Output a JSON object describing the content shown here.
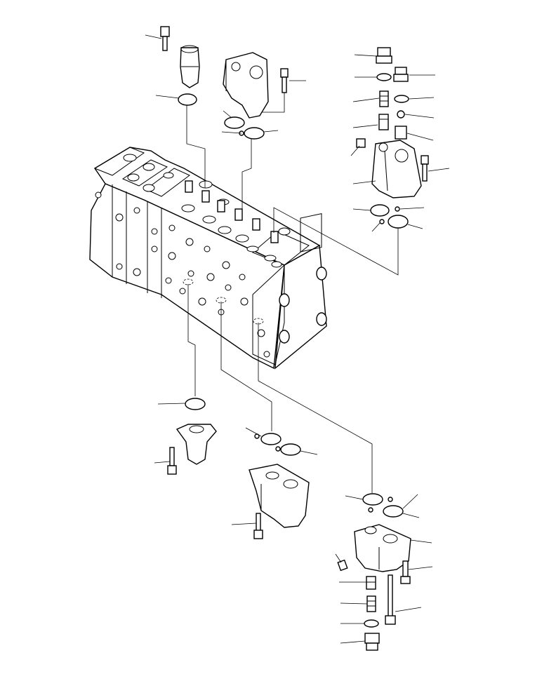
{
  "diagram": {
    "kind": "exploded-parts-view",
    "colors": {
      "line": "#000000",
      "background": "#ffffff"
    },
    "main_body": {
      "name": "control-valve-body"
    },
    "parts": [
      "bolt-top",
      "relief-valve-cap",
      "o-ring-left-1",
      "valve-housing-top-center",
      "bolt-top-center",
      "o-ring-top-center-1",
      "o-ring-top-center-2",
      "plug-right-1",
      "o-ring-right-1",
      "plug-right-2",
      "o-ring-right-2",
      "spring-right",
      "seal-right",
      "poppet-right",
      "plug-right-3",
      "plug-right-4",
      "valve-housing-right",
      "bolt-right",
      "o-ring-right-3",
      "o-ring-right-4",
      "o-ring-bottom-left",
      "cover-bottom-left",
      "bolt-bottom-left",
      "o-ring-bottom-center-1",
      "o-ring-bottom-center-2",
      "valve-housing-bottom-center",
      "bolt-bottom-center",
      "o-ring-bottom-right-1",
      "o-ring-bottom-right-2",
      "valve-housing-bottom-right",
      "plug-bottom-right",
      "bolt-bottom-right",
      "poppet-bottom-right",
      "spring-bottom-right",
      "o-ring-bottom-right-3",
      "plug-bottom-right-2",
      "stud-bottom-right"
    ]
  }
}
